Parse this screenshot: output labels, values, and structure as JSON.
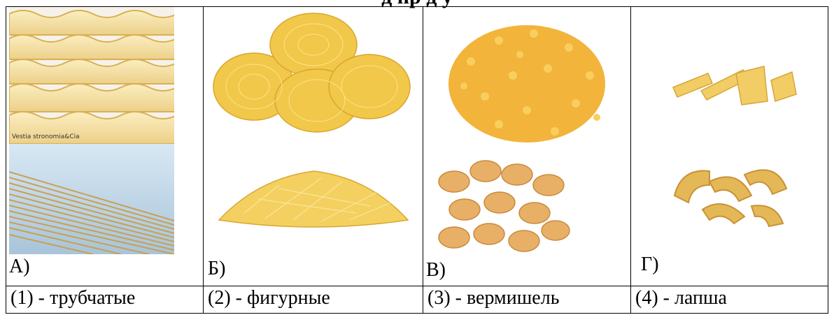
{
  "heading": "д пр д у",
  "columns": [
    {
      "letter": "А)",
      "caption": "(1) - трубчатые",
      "watermark": "Vestia stronomia&Cia"
    },
    {
      "letter": "Б)",
      "caption": "(2) - фигурные"
    },
    {
      "letter": "В)",
      "caption": "(3) - вермишель"
    },
    {
      "letter": "Г)",
      "caption": "(4) - лапша"
    }
  ],
  "colors": {
    "pasta": "#f0c048",
    "pasta_light": "#f8e08a",
    "pasta_dark": "#d8a030",
    "shell": "#e9b46a"
  }
}
